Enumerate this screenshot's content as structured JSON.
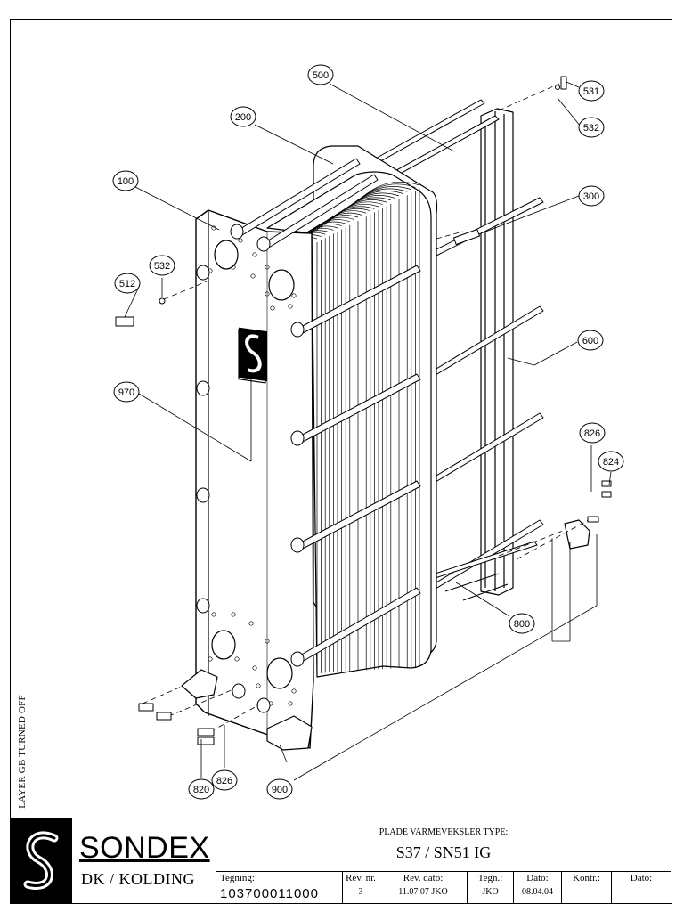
{
  "side_note": "LAYER GB TURNED OFF",
  "callouts": {
    "c500": "500",
    "c531": "531",
    "c532a": "532",
    "c200": "200",
    "c300": "300",
    "c100": "100",
    "c532b": "532",
    "c512": "512",
    "c600": "600",
    "c970": "970",
    "c826a": "826",
    "c824": "824",
    "c800": "800",
    "c820": "820",
    "c826b": "826",
    "c900": "900"
  },
  "title_block": {
    "brand": "SONDEX",
    "brand_sub": "DK / KOLDING",
    "type_label": "PLADE VARMEVEKSLER TYPE:",
    "type_value": "S37 / SN51 IG",
    "columns": {
      "tegning": {
        "label": "Tegning:",
        "value": "103700011000"
      },
      "rev_nr": {
        "label": "Rev. nr.",
        "value": "3"
      },
      "rev_dato": {
        "label": "Rev. dato:",
        "value": "11.07.07 JKO"
      },
      "tegn": {
        "label": "Tegn.:",
        "value": "JKO"
      },
      "dato": {
        "label": "Dato:",
        "value": "08.04.04"
      },
      "kontr": {
        "label": "Kontr.:",
        "value": ""
      },
      "dato2": {
        "label": "Dato:",
        "value": ""
      }
    }
  }
}
